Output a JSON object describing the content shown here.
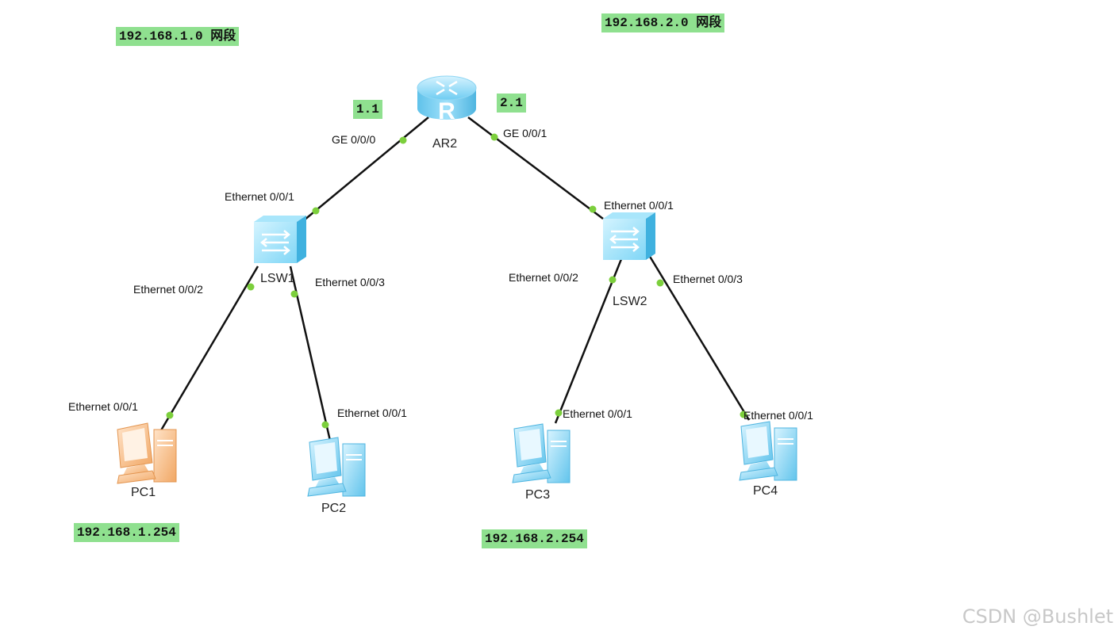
{
  "notes": {
    "net1": "192.168.1.0 网段",
    "net2": "192.168.2.0 网段",
    "gw1": "1.1",
    "gw2": "2.1",
    "pc1_ip": "192.168.1.254",
    "pc3_ip": "192.168.2.254"
  },
  "devices": {
    "router": "AR2",
    "lsw1": "LSW1",
    "lsw2": "LSW2",
    "pc1": "PC1",
    "pc2": "PC2",
    "pc3": "PC3",
    "pc4": "PC4"
  },
  "ports": {
    "ar2_ge000": "GE 0/0/0",
    "ar2_ge001": "GE 0/0/1",
    "lsw1_e1": "Ethernet 0/0/1",
    "lsw1_e2": "Ethernet 0/0/2",
    "lsw1_e3": "Ethernet 0/0/3",
    "lsw2_e1": "Ethernet 0/0/1",
    "lsw2_e2": "Ethernet 0/0/2",
    "lsw2_e3": "Ethernet 0/0/3",
    "pc1_e1": "Ethernet 0/0/1",
    "pc2_e1": "Ethernet 0/0/1",
    "pc3_e1": "Ethernet 0/0/1",
    "pc4_e1": "Ethernet 0/0/1"
  },
  "watermark": "CSDN @Bushlet",
  "colors": {
    "note_bg": "#8fe08f",
    "link": "#111111",
    "port_dot": "#7ccf3c",
    "device_blue": "#7fd3f5",
    "pc1_orange": "#f5b47a"
  },
  "icons": {
    "router": "router-icon",
    "switch": "switch-icon",
    "pc": "pc-icon"
  }
}
